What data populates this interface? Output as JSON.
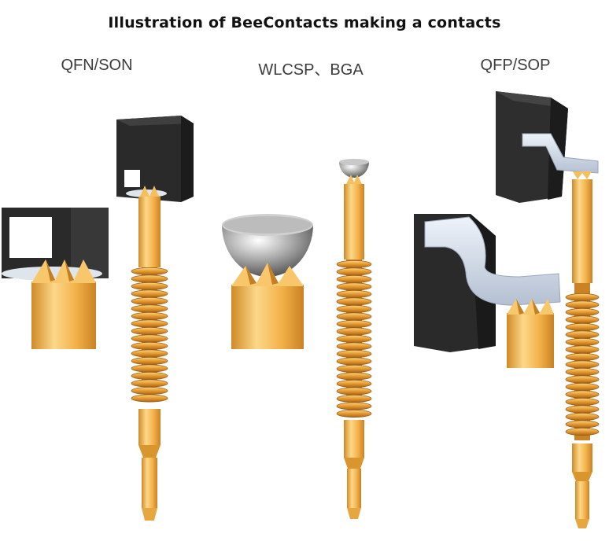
{
  "title": "Illustration of BeeContacts making a contacts",
  "packages": [
    {
      "label": "QFN/SON",
      "icon": "qfn-son-contact-icon"
    },
    {
      "label": "WLCSP、BGA",
      "icon": "wlcsp-bga-contact-icon"
    },
    {
      "label": "QFP/SOP",
      "icon": "qfp-sop-contact-icon"
    }
  ],
  "colors": {
    "gold": "#f2b048",
    "gold_dark": "#d08a26",
    "gold_light": "#fcd88a",
    "package_dark": "#2c2c2c",
    "lead_silver": "#c9d3e2",
    "label_text": "#3c3c3c"
  }
}
